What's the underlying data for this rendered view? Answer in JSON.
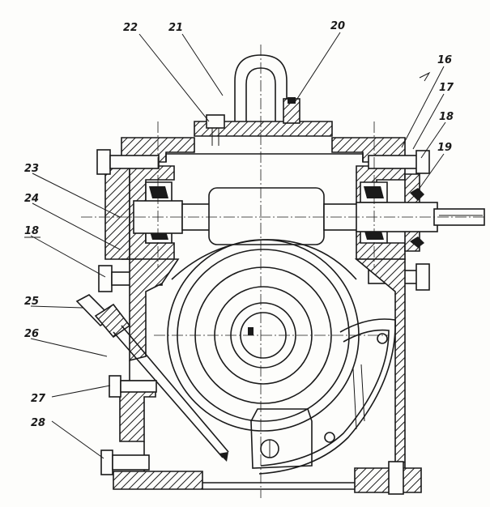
{
  "callouts": [
    {
      "id": "c22",
      "text": "22"
    },
    {
      "id": "c21",
      "text": "21"
    },
    {
      "id": "c20",
      "text": "20"
    },
    {
      "id": "c16",
      "text": "16"
    },
    {
      "id": "c17",
      "text": "17"
    },
    {
      "id": "c18r",
      "text": "18"
    },
    {
      "id": "c19",
      "text": "19"
    },
    {
      "id": "c23",
      "text": "23"
    },
    {
      "id": "c24",
      "text": "24"
    },
    {
      "id": "c18l",
      "text": "18"
    },
    {
      "id": "c25",
      "text": "25"
    },
    {
      "id": "c26",
      "text": "26"
    },
    {
      "id": "c27",
      "text": "27"
    },
    {
      "id": "c28",
      "text": "28"
    }
  ]
}
